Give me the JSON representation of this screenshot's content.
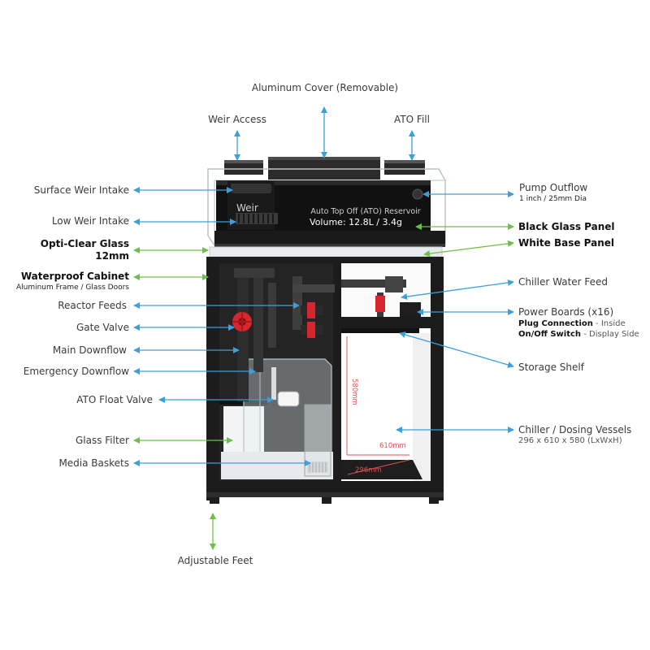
{
  "colors": {
    "blue": "#3aa0dc",
    "green": "#6cc04a",
    "frame": "#1c1c1c",
    "glass_edge": "#b9c4c8",
    "red_valve": "#d8262e",
    "dimension_red": "#e05050"
  },
  "labels": {
    "aluminum_cover": "Aluminum Cover (Removable)",
    "weir_access": "Weir Access",
    "ato_fill": "ATO Fill",
    "surface_weir_intake": "Surface Weir Intake",
    "low_weir_intake": "Low Weir Intake",
    "opti_clear_glass": "Opti-Clear Glass",
    "opti_clear_glass_sub": "12mm",
    "waterproof_cabinet": "Waterproof Cabinet",
    "waterproof_cabinet_sub": "Aluminum Frame / Glass Doors",
    "reactor_feeds": "Reactor Feeds",
    "gate_valve": "Gate Valve",
    "main_downflow": "Main Downflow",
    "emergency_downflow": "Emergency Downflow",
    "ato_float_valve": "ATO Float Valve",
    "glass_filter": "Glass Filter",
    "media_baskets": "Media Baskets",
    "adjustable_feet": "Adjustable Feet",
    "pump_outflow": "Pump Outflow",
    "pump_outflow_sub": "1 inch / 25mm Dia",
    "black_glass_panel": "Black Glass Panel",
    "white_base_panel": "White Base Panel",
    "chiller_water_feed": "Chiller Water Feed",
    "power_boards": "Power Boards (x16)",
    "plug_connection": "Plug Connection",
    "plug_connection_note": " - Inside",
    "on_off_switch": "On/Off Switch",
    "on_off_switch_note": " - Display Side",
    "storage_shelf": "Storage Shelf",
    "chiller_dosing": "Chiller / Dosing Vessels",
    "chiller_dosing_sub": "296 x 610 x 580 (LxWxH)"
  },
  "tank_text": {
    "weir": "Weir",
    "ato_reservoir": "Auto Top Off (ATO) Reservoir",
    "volume": "Volume: 12.8L / 3.4g"
  },
  "dimensions": {
    "height": "580mm",
    "width": "610mm",
    "length": "296mm"
  }
}
